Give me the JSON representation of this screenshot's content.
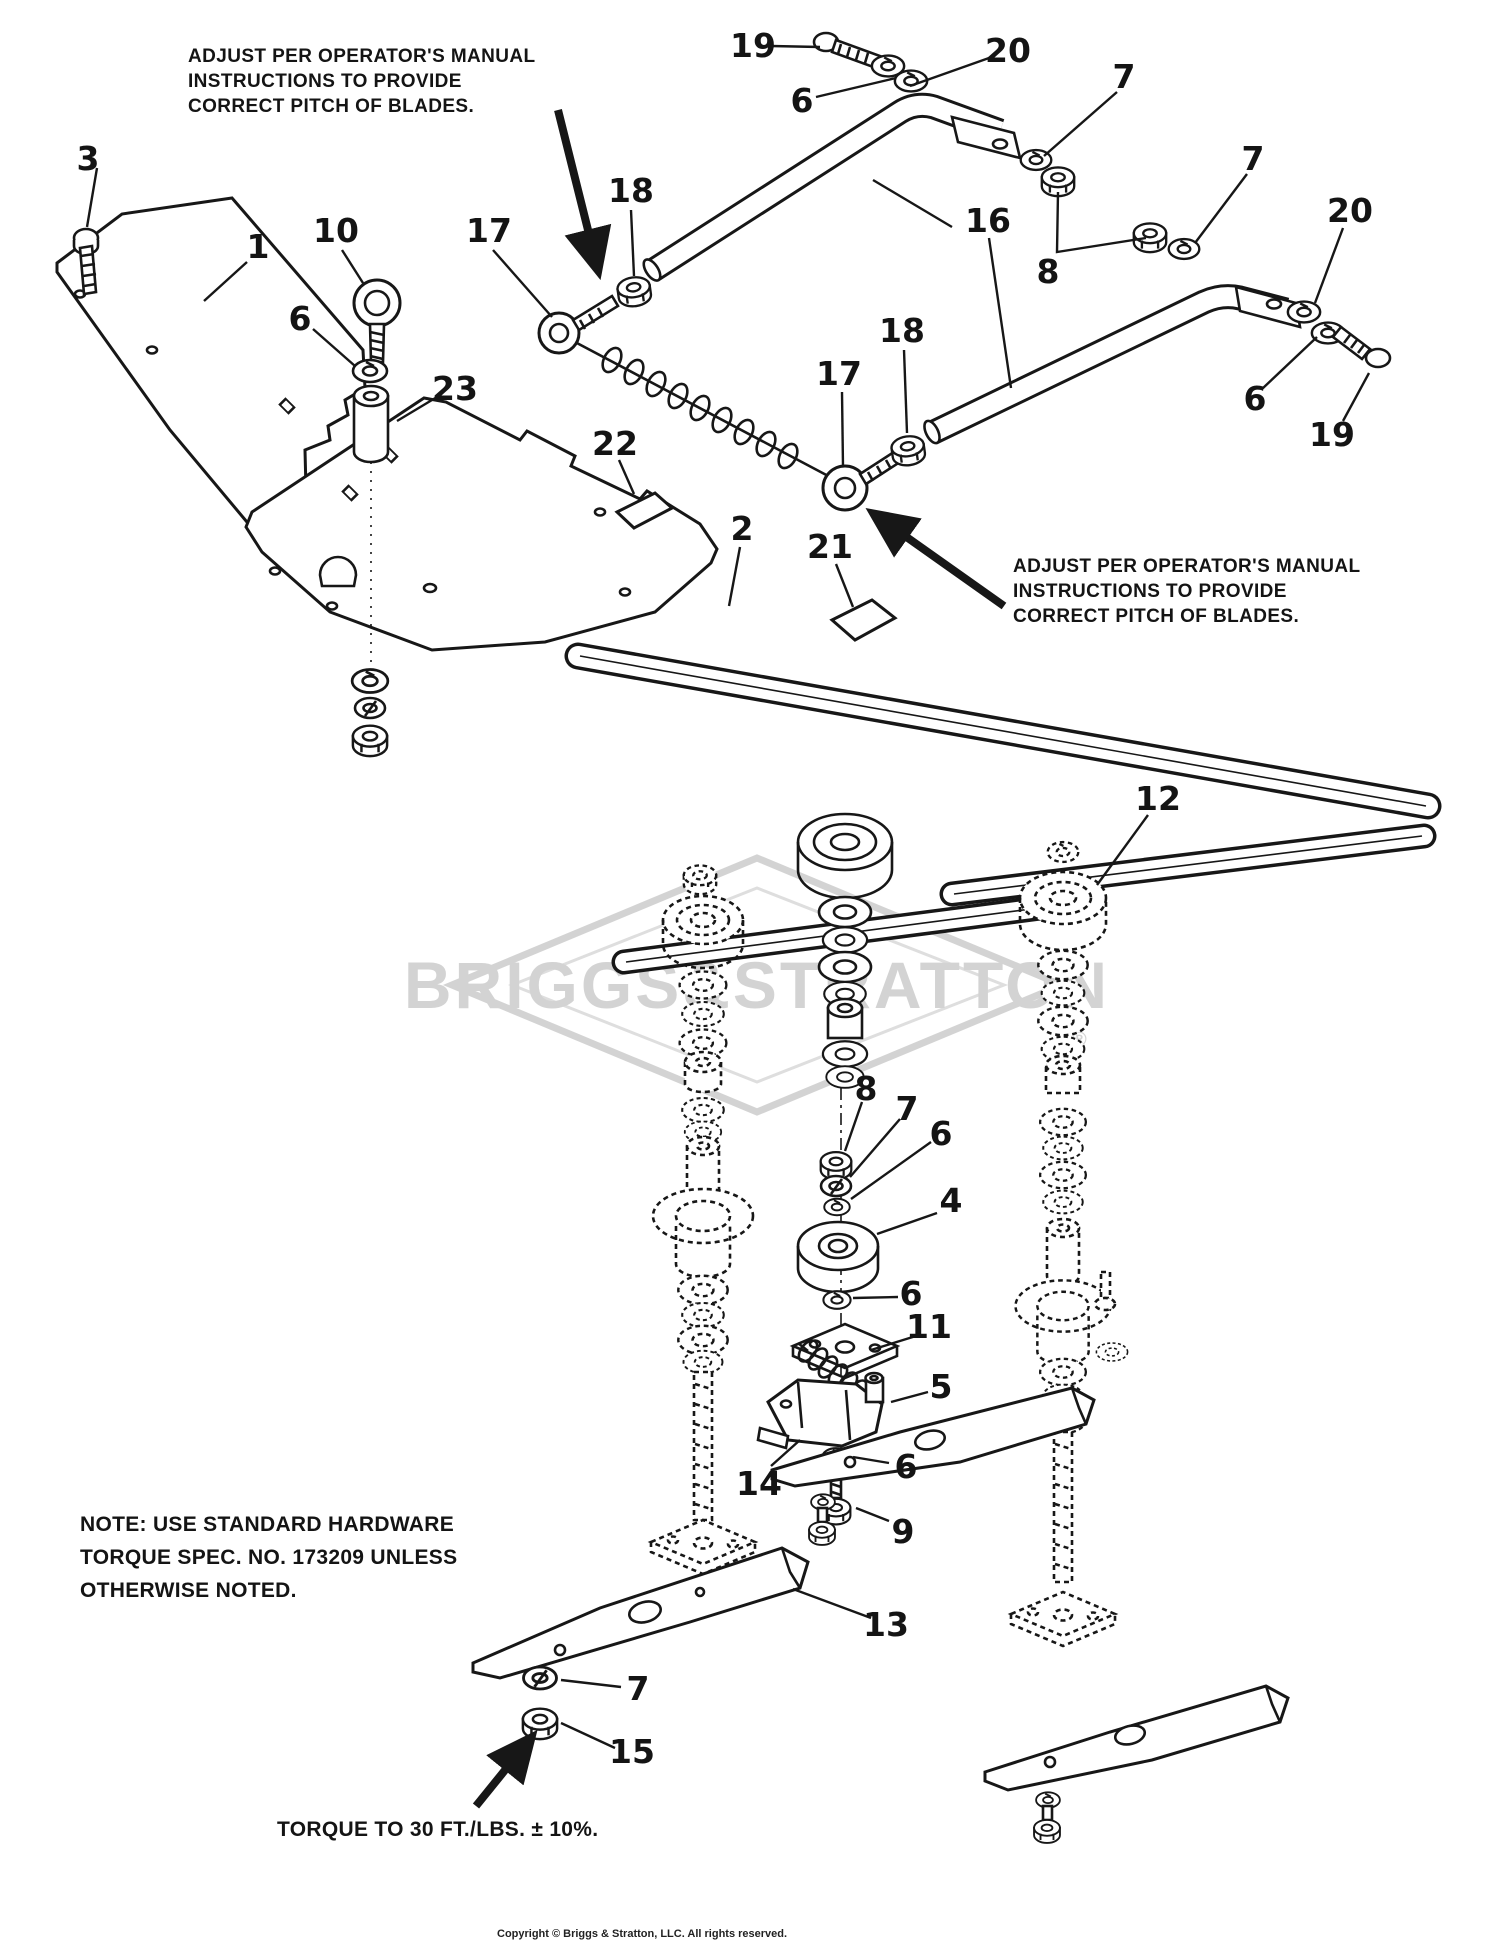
{
  "diagram": {
    "title_hint": "Exploded mower deck parts diagram",
    "watermark": {
      "brand": "BRIGGS&STRATTON",
      "registered": "®"
    },
    "notes": {
      "adjust_top": {
        "line1": "ADJUST PER OPERATOR'S MANUAL",
        "line2": "INSTRUCTIONS TO PROVIDE",
        "line3": "CORRECT PITCH OF BLADES."
      },
      "adjust_right": {
        "line1": "ADJUST PER OPERATOR'S MANUAL",
        "line2": "INSTRUCTIONS TO PROVIDE",
        "line3": "CORRECT PITCH OF BLADES."
      },
      "hardware": {
        "line1": "NOTE: USE STANDARD HARDWARE",
        "line2": "TORQUE SPEC. NO. 173209 UNLESS",
        "line3": "OTHERWISE NOTED."
      },
      "torque": "TORQUE TO 30 FT./LBS. ± 10%."
    },
    "copyright": "Copyright © Briggs & Stratton, LLC. All rights reserved.",
    "callouts": [
      {
        "label": "3"
      },
      {
        "label": "1"
      },
      {
        "label": "10"
      },
      {
        "label": "6"
      },
      {
        "label": "23"
      },
      {
        "label": "17"
      },
      {
        "label": "18"
      },
      {
        "label": "19"
      },
      {
        "label": "6"
      },
      {
        "label": "20"
      },
      {
        "label": "7"
      },
      {
        "label": "16"
      },
      {
        "label": "8"
      },
      {
        "label": "7"
      },
      {
        "label": "20"
      },
      {
        "label": "6"
      },
      {
        "label": "19"
      },
      {
        "label": "17"
      },
      {
        "label": "18"
      },
      {
        "label": "22"
      },
      {
        "label": "2"
      },
      {
        "label": "21"
      },
      {
        "label": "12"
      },
      {
        "label": "8"
      },
      {
        "label": "7"
      },
      {
        "label": "6"
      },
      {
        "label": "4"
      },
      {
        "label": "6"
      },
      {
        "label": "11"
      },
      {
        "label": "5"
      },
      {
        "label": "14"
      },
      {
        "label": "6"
      },
      {
        "label": "9"
      },
      {
        "label": "13"
      },
      {
        "label": "7"
      },
      {
        "label": "15"
      }
    ]
  }
}
